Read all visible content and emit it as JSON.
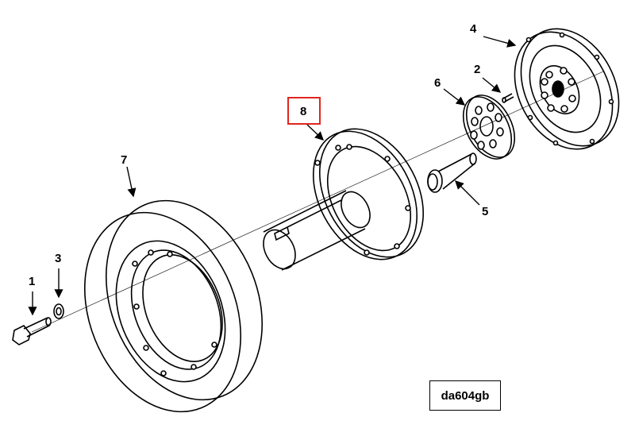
{
  "diagram": {
    "drawing_code": "da604gb",
    "highlight_color": "#e0261f",
    "callouts": [
      {
        "id": "1",
        "label": "1"
      },
      {
        "id": "2",
        "label": "2"
      },
      {
        "id": "3",
        "label": "3"
      },
      {
        "id": "4",
        "label": "4"
      },
      {
        "id": "5",
        "label": "5"
      },
      {
        "id": "6",
        "label": "6"
      },
      {
        "id": "7",
        "label": "7"
      },
      {
        "id": "8",
        "label": "8"
      }
    ],
    "highlighted_callout": "8"
  }
}
